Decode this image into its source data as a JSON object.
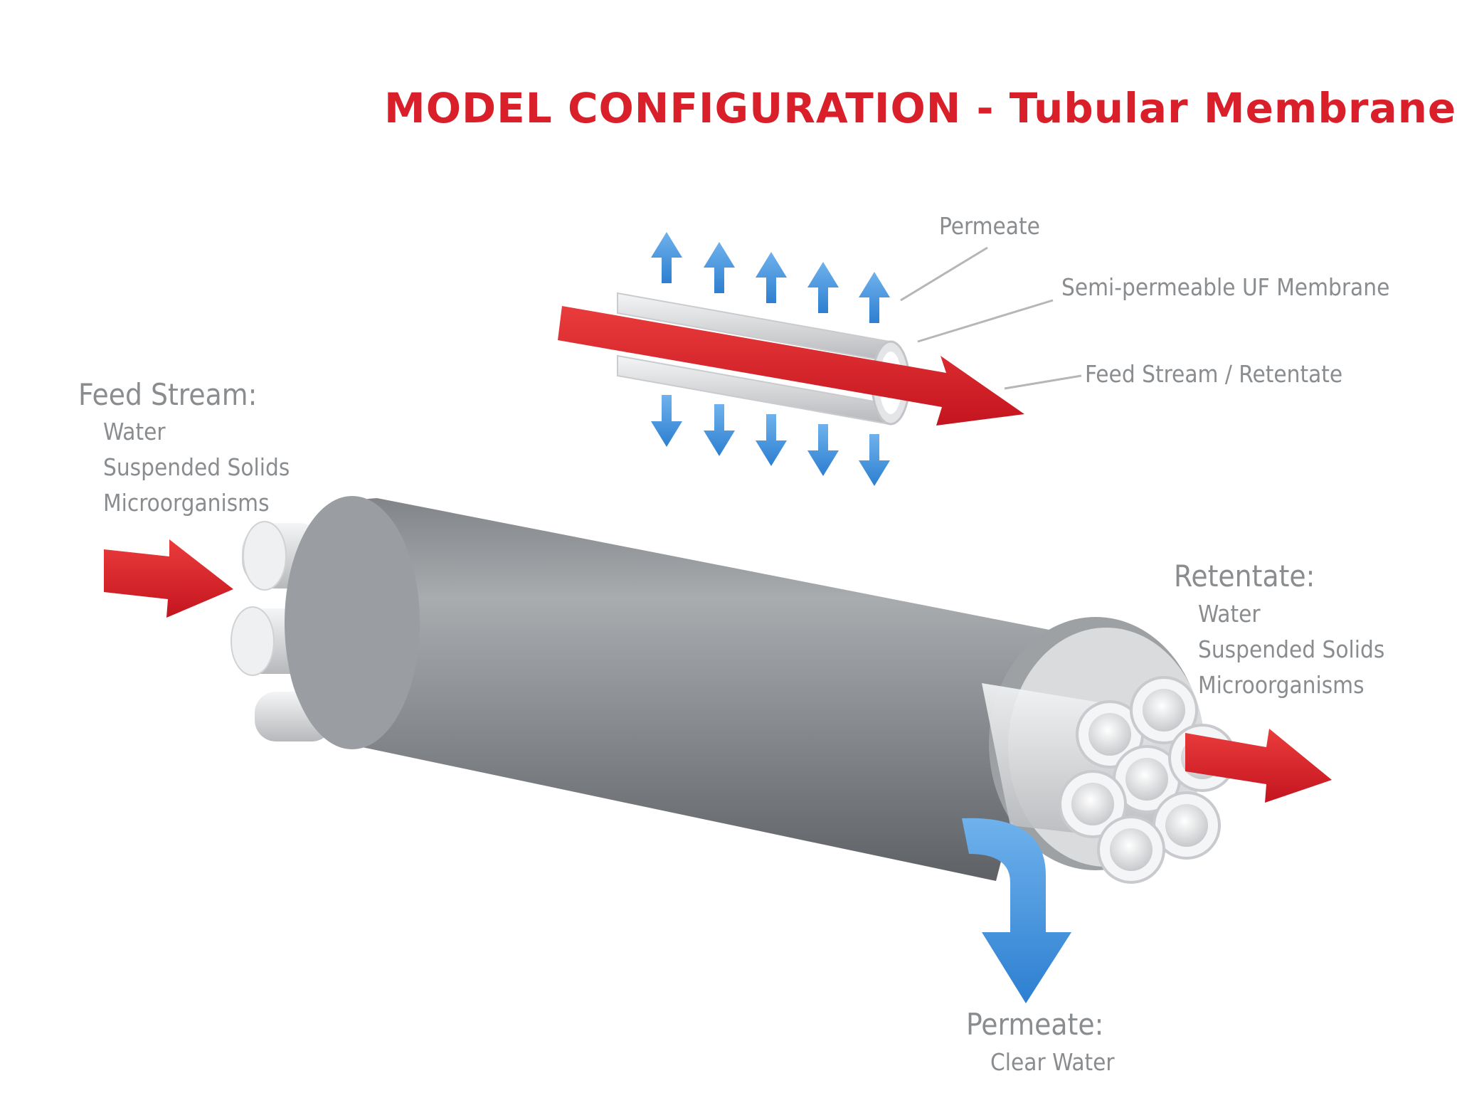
{
  "title": "MODEL CONFIGURATION - Tubular Membrane",
  "callouts": {
    "permeate": "Permeate",
    "membrane": "Semi-permeable UF Membrane",
    "feed_retentate": "Feed Stream / Retentate"
  },
  "feed": {
    "heading": "Feed Stream:",
    "items": [
      "Water",
      "Suspended Solids",
      "Microorganisms"
    ]
  },
  "retentate": {
    "heading": "Retentate:",
    "items": [
      "Water",
      "Suspended Solids",
      "Microorganisms"
    ]
  },
  "permeate_out": {
    "heading": "Permeate:",
    "items": [
      "Clear Water"
    ]
  },
  "colors": {
    "title": "#d81f2a",
    "feed_arrow": "#d81f2a",
    "permeate_arrow": "#3b8fd9",
    "housing": "#8f9296",
    "label_text": "#8a8d90"
  },
  "icons": {
    "feed_arrow": "red-arrow-icon",
    "permeate_arrow": "blue-arrow-icon"
  }
}
